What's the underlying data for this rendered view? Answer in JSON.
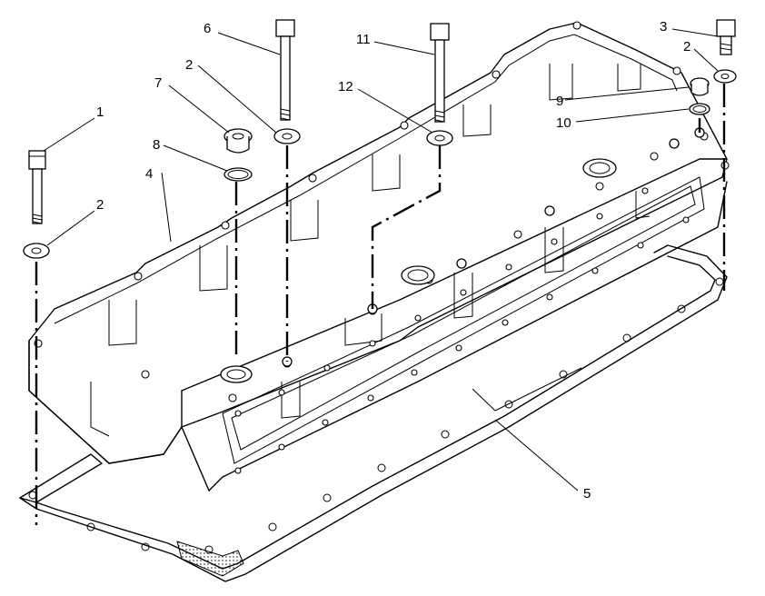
{
  "callouts": {
    "c1": "1",
    "c2a": "2",
    "c2b": "2",
    "c2c": "2",
    "c3": "3",
    "c4": "4",
    "c5": "5",
    "c6": "6",
    "c7": "7",
    "c8": "8",
    "c9": "9",
    "c10": "10",
    "c11": "11",
    "c12": "12"
  }
}
